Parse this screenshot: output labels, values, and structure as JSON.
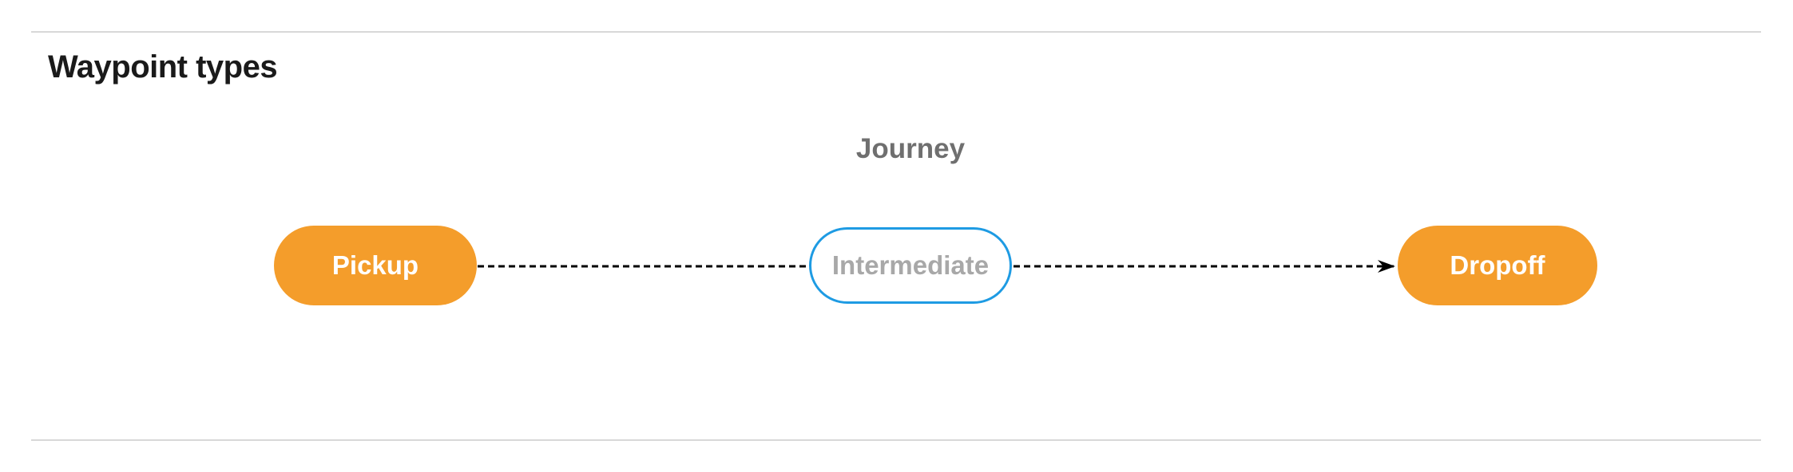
{
  "page": {
    "title": "Waypoint types"
  },
  "diagram": {
    "title": "Journey",
    "nodes": {
      "pickup": {
        "label": "Pickup",
        "shape": "pill",
        "style": "filled-orange"
      },
      "intermediate": {
        "label": "Intermediate",
        "shape": "pill",
        "style": "outlined-blue"
      },
      "dropoff": {
        "label": "Dropoff",
        "shape": "pill",
        "style": "filled-orange"
      }
    },
    "edges": [
      {
        "from": "Pickup",
        "to": "Intermediate",
        "style": "dashed",
        "arrowhead": false
      },
      {
        "from": "Intermediate",
        "to": "Dropoff",
        "style": "dashed",
        "arrowhead": true
      }
    ]
  },
  "colors": {
    "waypoint_fill_orange": "#F49D2B",
    "waypoint_text_white": "#FFFFFF",
    "intermediate_border_blue": "#1E9BE3",
    "intermediate_text_gray": "#A8A8A8",
    "journey_label_gray": "#6F6F6F",
    "title_text": "#1A1A1A",
    "edge_black": "#000000",
    "divider_gray": "#D8D8D8"
  }
}
